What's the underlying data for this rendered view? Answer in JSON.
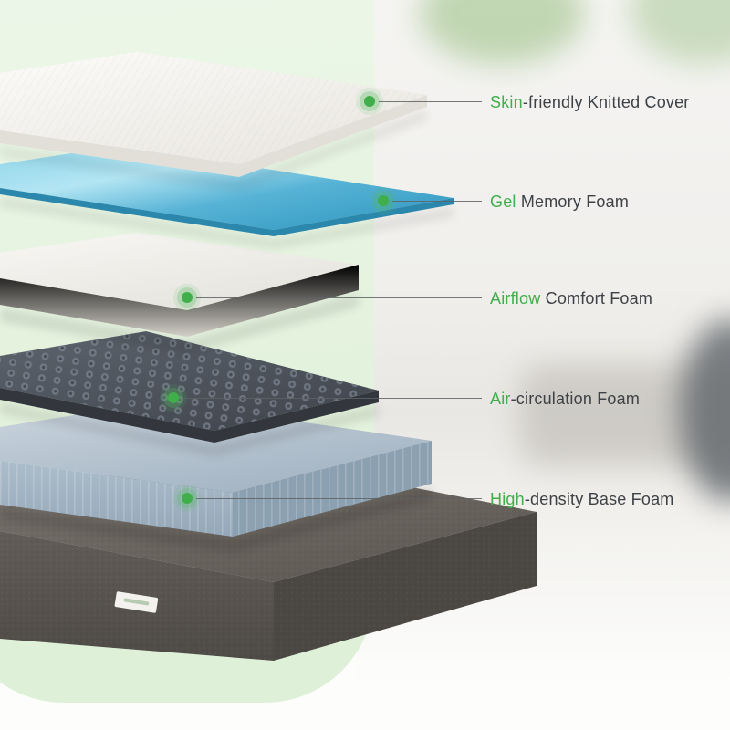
{
  "callouts": [
    {
      "highlight": "Skin",
      "rest": "-friendly Knitted Cover"
    },
    {
      "highlight": "Gel",
      "rest": " Memory Foam"
    },
    {
      "highlight": "Airflow",
      "rest": " Comfort Foam"
    },
    {
      "highlight": "Air",
      "rest": "-circulation Foam"
    },
    {
      "highlight": "High",
      "rest": "-density Base Foam"
    }
  ],
  "colors": {
    "accent_green": "#3fae4b",
    "text": "#3e4246",
    "mint_background": "#e3f2dd",
    "gel_blue": "#57b3d6",
    "base_gray": "#5e5954",
    "slab_blue_gray": "#a7b8c6"
  }
}
